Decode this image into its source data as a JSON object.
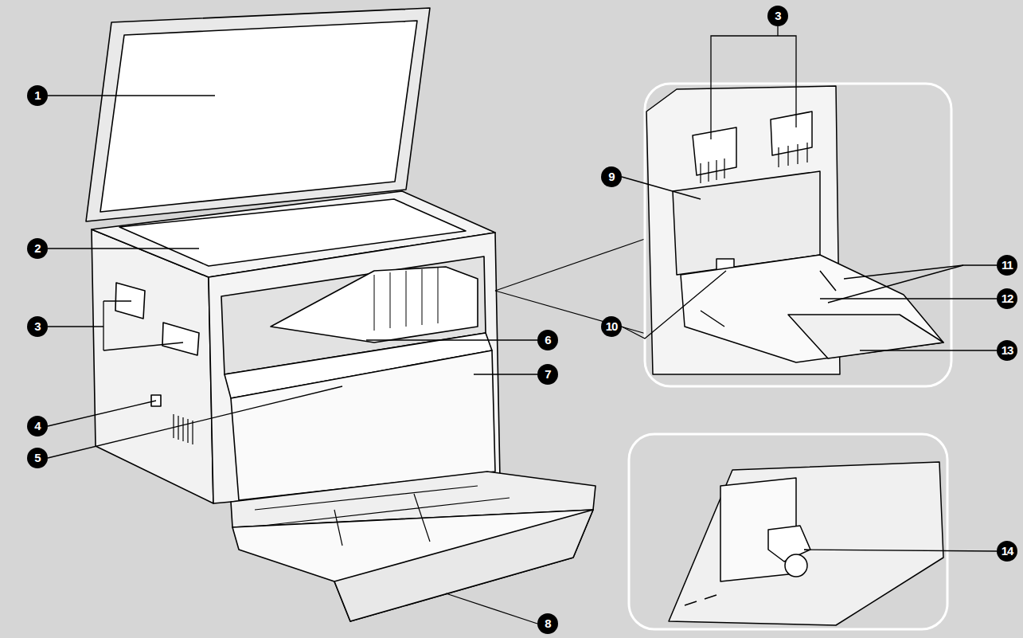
{
  "diagram": {
    "labels": [
      "1",
      "2",
      "3",
      "4",
      "5",
      "6",
      "7",
      "8",
      "3",
      "9",
      "10",
      "11",
      "12",
      "13",
      "14"
    ]
  }
}
